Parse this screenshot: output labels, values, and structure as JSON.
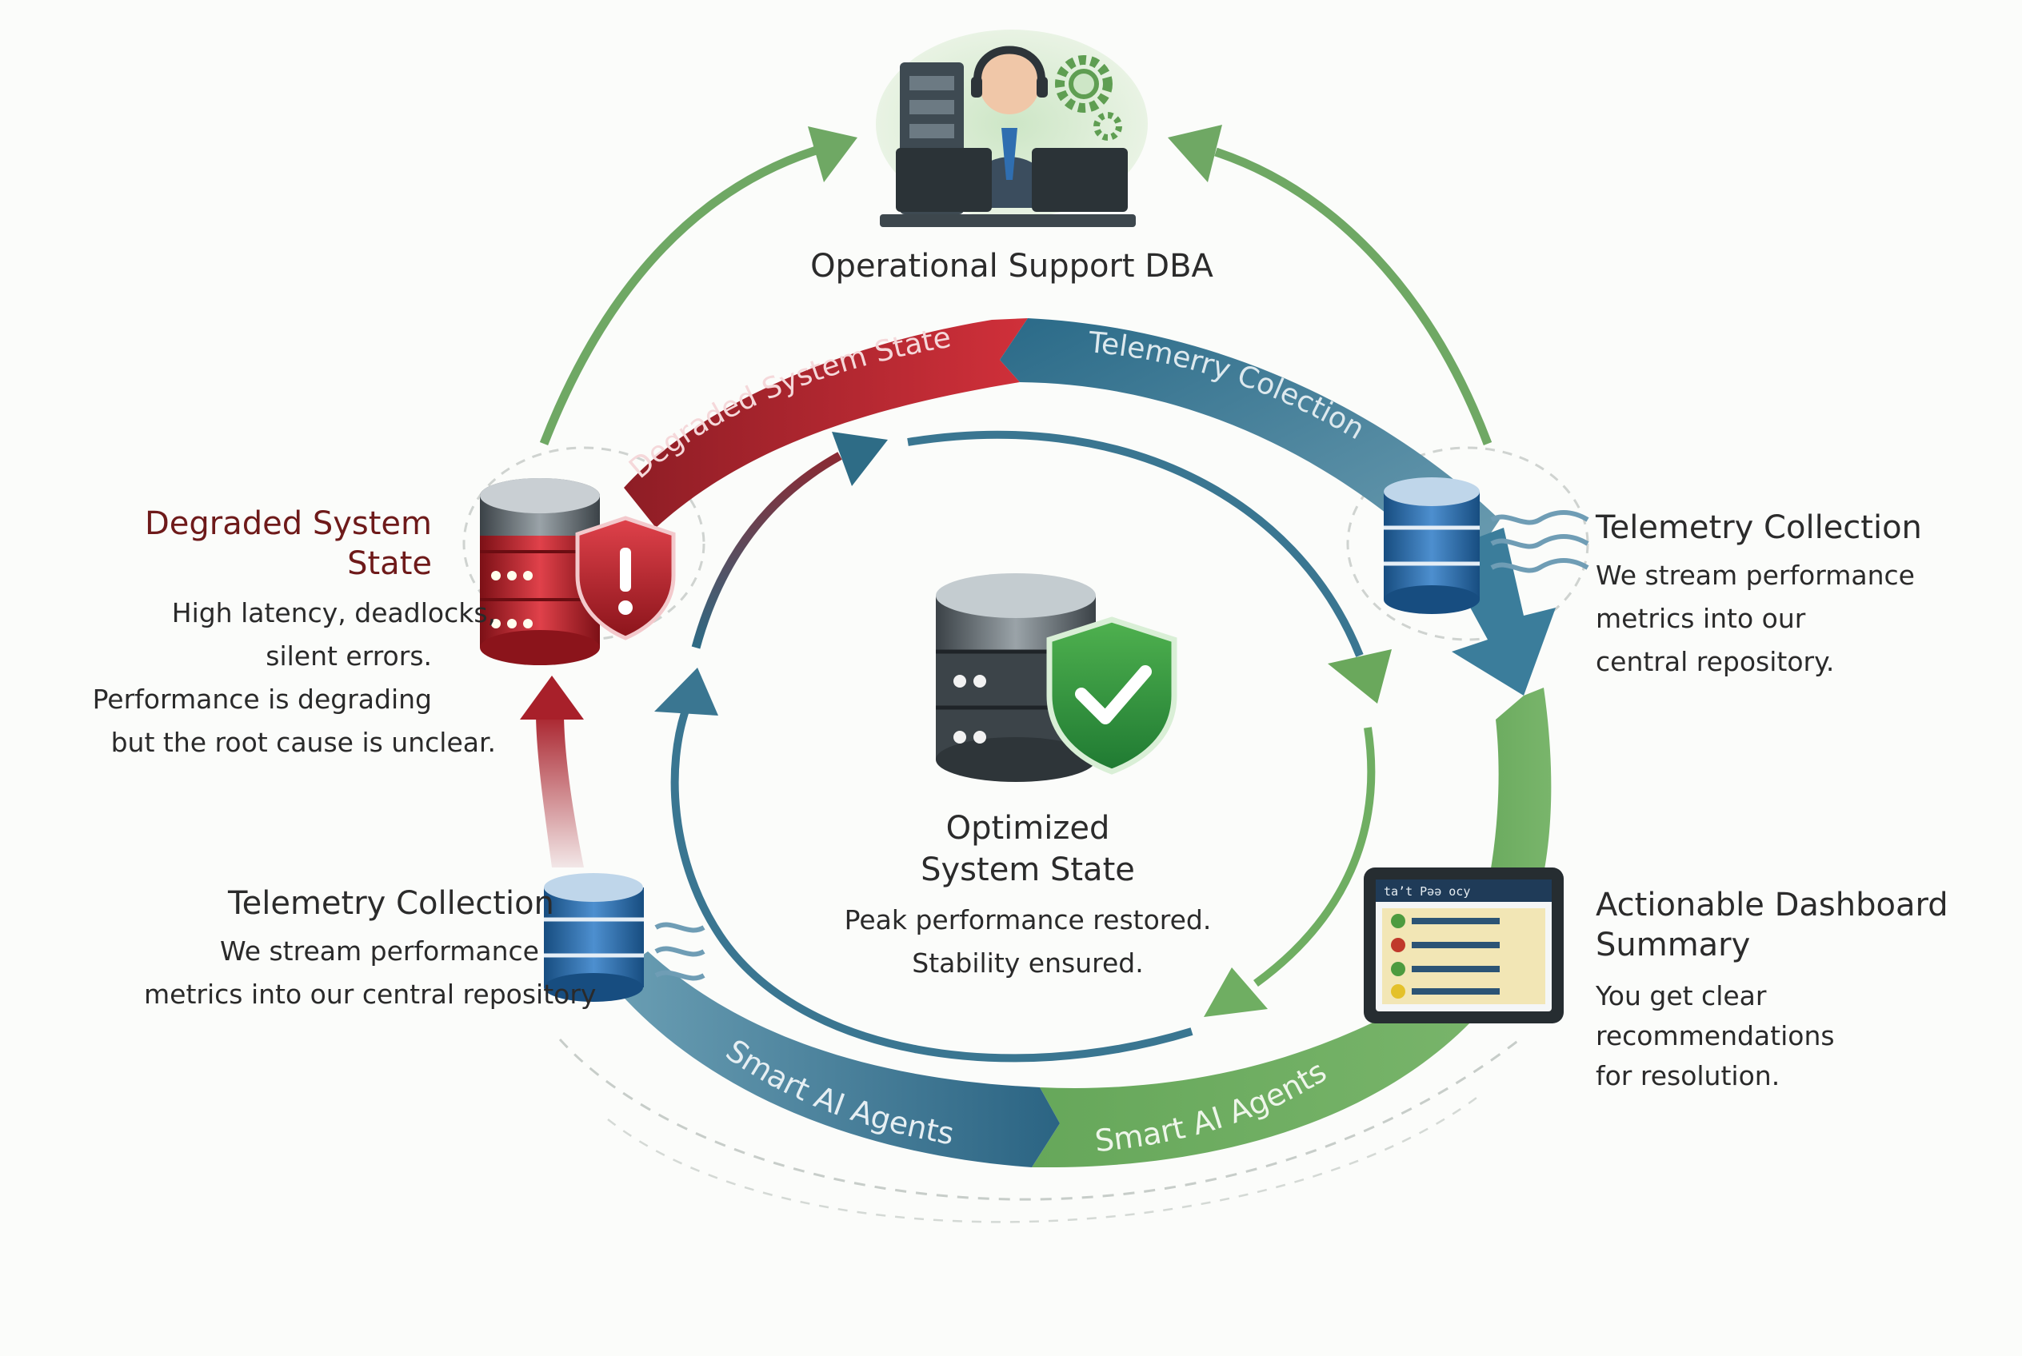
{
  "top": {
    "title": "Operational Support DBA"
  },
  "band_labels": {
    "degraded": "Degraded System State",
    "telemetry": "Telemerry Colection",
    "smart_ai_left": "Smart AI Agents",
    "smart_ai_right": "Smart AI Agents"
  },
  "degraded": {
    "title_line1": "Degraded System",
    "title_line2": "State",
    "desc": [
      "High latency, deadlocks,",
      "silent errors.",
      "Performance is degrading",
      "but the root cause is unclear."
    ]
  },
  "telemetry_right": {
    "title": "Telemetry Collection",
    "desc": [
      "We stream performance",
      "metrics into our",
      "central repository."
    ]
  },
  "telemetry_left": {
    "title": "Telemetry Collection",
    "desc": [
      "We stream performance",
      "metrics into our central repository"
    ]
  },
  "center": {
    "title_line1": "Optimized",
    "title_line2": "System State",
    "desc": [
      "Peak performance restored.",
      "Stability ensured."
    ]
  },
  "dashboard": {
    "title_line1": "Actionable Dashboard",
    "title_line2": "Summary",
    "desc": [
      "You get clear recommendations",
      "for resolution."
    ],
    "screen_header": "ta’t  Pəə ocy"
  },
  "colors": {
    "red": "#b8232a",
    "teal": "#2f6f8c",
    "green": "#6aa85c",
    "light_green": "#7fb36f"
  },
  "icons": [
    "operator-workstation-icon",
    "gear-icon",
    "warning-shield-icon",
    "check-shield-icon",
    "database-icon",
    "dashboard-tablet-icon"
  ]
}
